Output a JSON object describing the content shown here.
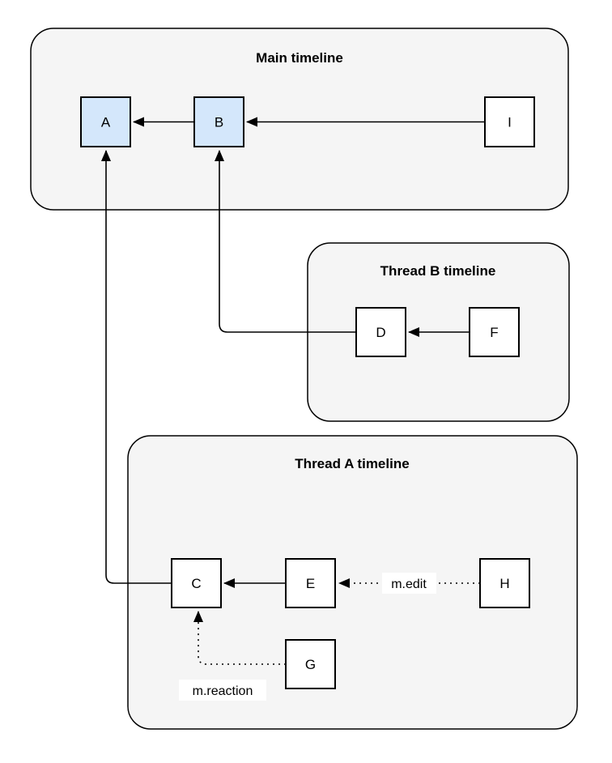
{
  "diagram": {
    "description": "Event DAG showing a main timeline and two thread timelines",
    "frames": [
      {
        "title": "Main timeline"
      },
      {
        "title": "Thread B timeline"
      },
      {
        "title": "Thread A timeline"
      }
    ],
    "nodes": [
      {
        "label": "A",
        "timeline": "main",
        "highlighted": true
      },
      {
        "label": "B",
        "timeline": "main",
        "highlighted": true
      },
      {
        "label": "I",
        "timeline": "main",
        "highlighted": false
      },
      {
        "label": "D",
        "timeline": "thread-b",
        "highlighted": false
      },
      {
        "label": "F",
        "timeline": "thread-b",
        "highlighted": false
      },
      {
        "label": "C",
        "timeline": "thread-a",
        "highlighted": false
      },
      {
        "label": "E",
        "timeline": "thread-a",
        "highlighted": false
      },
      {
        "label": "H",
        "timeline": "thread-a",
        "highlighted": false
      },
      {
        "label": "G",
        "timeline": "thread-a",
        "highlighted": false
      }
    ],
    "edges": [
      {
        "from": "B",
        "to": "A",
        "style": "solid",
        "label": ""
      },
      {
        "from": "I",
        "to": "B",
        "style": "solid",
        "label": ""
      },
      {
        "from": "F",
        "to": "D",
        "style": "solid",
        "label": ""
      },
      {
        "from": "D",
        "to": "B",
        "style": "solid",
        "label": ""
      },
      {
        "from": "E",
        "to": "C",
        "style": "solid",
        "label": ""
      },
      {
        "from": "C",
        "to": "A",
        "style": "solid",
        "label": ""
      },
      {
        "from": "H",
        "to": "E",
        "style": "dotted",
        "label": "m.edit"
      },
      {
        "from": "G",
        "to": "C",
        "style": "dotted",
        "label": "m.reaction"
      }
    ],
    "colors": {
      "frame_fill": "#f5f5f5",
      "frame_stroke": "#000000",
      "node_fill": "#ffffff",
      "node_fill_highlight": "#d4e7fb",
      "node_stroke": "#000000",
      "edge_stroke": "#000000",
      "background": "#ffffff"
    }
  }
}
